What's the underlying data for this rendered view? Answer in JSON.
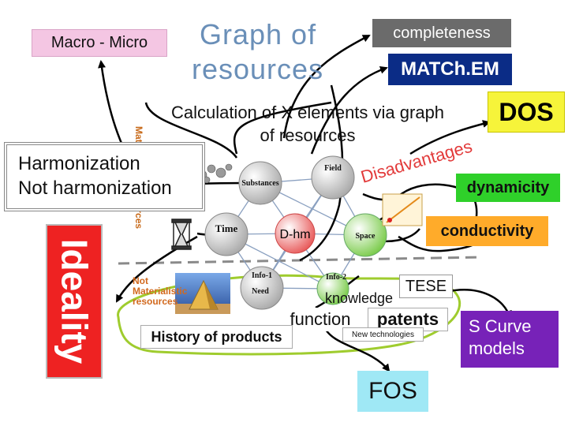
{
  "title": {
    "line1": "Graph of",
    "line2": "resources"
  },
  "macro_micro": "Macro - Micro",
  "completeness": "completeness",
  "matchem": "MATCh.EM",
  "dos": "DOS",
  "calculation": {
    "line1": "Calculation of X elements via graph",
    "line2": "of resources"
  },
  "disadvantages": "Disadvantages",
  "dynamicity": "dynamicity",
  "conductivity": "conductivity",
  "harmonization": {
    "line1": "Harmonization",
    "line2": "Not harmonization"
  },
  "materialistic_resources": "Materialistic resources",
  "ideality": "Ideality",
  "not_materialistic": {
    "line1": "Not",
    "line2": "Materialistic",
    "line3": "resources"
  },
  "nodes": {
    "substances": "Substances",
    "field": "Field",
    "time": "Time",
    "dhm": "D-hm",
    "space": "Space",
    "info1": "Info-1",
    "need": "Need",
    "info2": "Info-2"
  },
  "knowledge": "knowledge",
  "tese": "TESE",
  "function": "function",
  "patents": "patents",
  "history": "History of products",
  "new_technologies": "New technologies",
  "s_curve": {
    "line1": "S Curve",
    "line2": "models"
  },
  "fos": "FOS",
  "colors": {
    "pink": "#f4c6e3",
    "grey": "#6b6b6b",
    "navy": "#0b2c86",
    "yellow": "#f6f43a",
    "green": "#2fd02a",
    "orange": "#ffab2a",
    "red_block": "#ee2222",
    "purple": "#7722b8",
    "cyan": "#9fe8f5",
    "olive_outline": "#9fcc2e"
  }
}
